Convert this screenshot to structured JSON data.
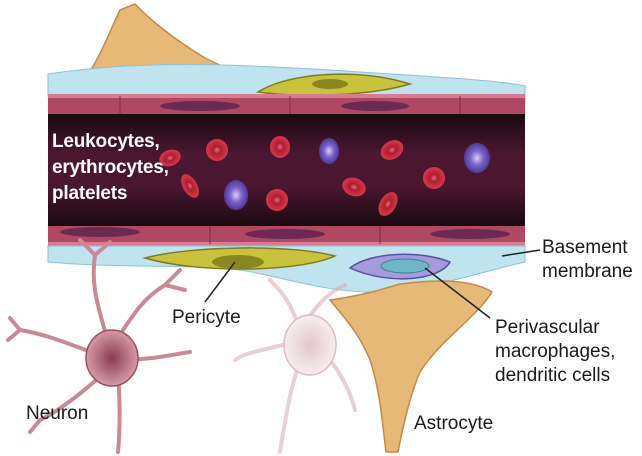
{
  "labels": {
    "blood_cells": [
      "Leukocytes,",
      "erythrocytes,",
      "platelets"
    ],
    "basement_membrane": [
      "Basement",
      "membrane"
    ],
    "pericyte": "Pericyte",
    "perivascular": [
      "Perivascular",
      "macrophages,",
      "dendritic cells"
    ],
    "neuron": "Neuron",
    "astrocyte": "Astrocyte"
  },
  "colors": {
    "lumen": "#3a0e22",
    "endothelium": "#b34a66",
    "basement_membrane": "#b9e0ee",
    "erythrocyte": "#c8263a",
    "leukocyte": "#6a4fb8",
    "pericyte": "#c9c23a",
    "astrocyte": "#e3b777",
    "neuron": "#c98a96",
    "macrophage": "#9b8fd6"
  }
}
